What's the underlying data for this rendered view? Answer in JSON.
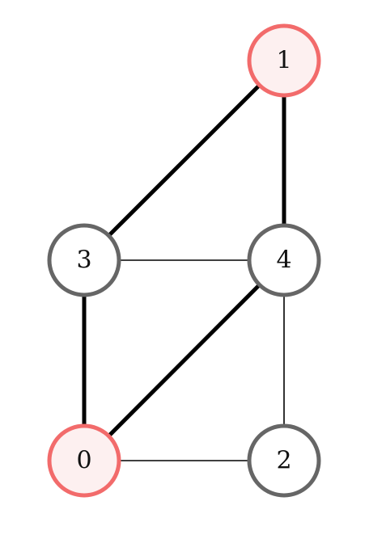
{
  "diagram": {
    "type": "graph",
    "colors": {
      "highlight_stroke": "#f26b6b",
      "highlight_fill": "#fdf0f0",
      "normal_stroke": "#666666",
      "normal_fill": "#ffffff",
      "edge": "#000000"
    },
    "nodes": [
      {
        "id": "n1",
        "label": "1",
        "highlighted": true
      },
      {
        "id": "n3",
        "label": "3",
        "highlighted": false
      },
      {
        "id": "n4",
        "label": "4",
        "highlighted": false
      },
      {
        "id": "n0",
        "label": "0",
        "highlighted": true
      },
      {
        "id": "n2",
        "label": "2",
        "highlighted": false
      }
    ],
    "edges": [
      {
        "from": "n1",
        "to": "n3",
        "bold": true
      },
      {
        "from": "n1",
        "to": "n4",
        "bold": true
      },
      {
        "from": "n3",
        "to": "n4",
        "bold": false
      },
      {
        "from": "n3",
        "to": "n0",
        "bold": true
      },
      {
        "from": "n4",
        "to": "n0",
        "bold": true
      },
      {
        "from": "n4",
        "to": "n2",
        "bold": false
      },
      {
        "from": "n0",
        "to": "n2",
        "bold": false
      }
    ]
  }
}
